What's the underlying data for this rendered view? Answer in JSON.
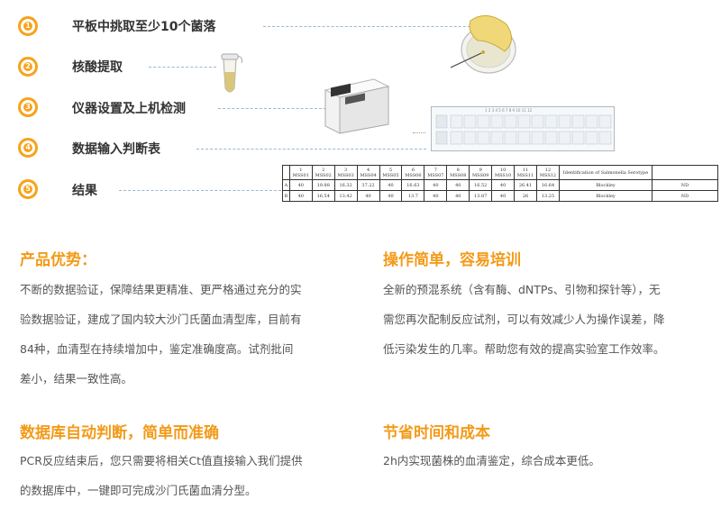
{
  "steps": [
    {
      "num": "1",
      "label": "平板中挑取至少10个菌落"
    },
    {
      "num": "2",
      "label": "核酸提取"
    },
    {
      "num": "3",
      "label": "仪器设置及上机检测"
    },
    {
      "num": "4",
      "label": "数据输入判断表"
    },
    {
      "num": "5",
      "label": "结果"
    }
  ],
  "result_table": {
    "headers": [
      "",
      "1\nMSS01",
      "2\nMSS02",
      "3\nMSS03",
      "4\nMSS04",
      "5\nMSS05",
      "6\nMSS06",
      "7\nMSS07",
      "8\nMSS08",
      "9\nMSS09",
      "10\nMSS10",
      "11\nMSS11",
      "12\nMSS12",
      "Identification of Salmonella Serotype",
      ""
    ],
    "rows": [
      [
        "A",
        "40",
        "19.88",
        "16.32",
        "37.22",
        "40",
        "16.63",
        "40",
        "40",
        "16.52",
        "40",
        "26.41",
        "16.64",
        "Blockley",
        "ND"
      ],
      [
        "B",
        "40",
        "16.54",
        "13.42",
        "40",
        "40",
        "13.7",
        "40",
        "40",
        "13.87",
        "40",
        "26",
        "13.25",
        "Blockley",
        "ND"
      ]
    ]
  },
  "sections": {
    "s1": {
      "title": "产品优势：",
      "lines": [
        "不断的数据验证，保障结果更精准、更严格通过充分的实",
        "验数据验证，建成了国内较大沙门氏菌血清型库，目前有",
        "84种，血清型在持续增加中，鉴定准确度高。试剂批间",
        "差小，结果一致性高。"
      ]
    },
    "s2": {
      "title": "操作简单，容易培训",
      "lines": [
        "全新的预混系统（含有酶、dNTPs、引物和探针等），无",
        "需您再次配制反应试剂，可以有效减少人为操作误差，降",
        "低污染发生的几率。帮助您有效的提高实验室工作效率。"
      ]
    },
    "s3": {
      "title": "数据库自动判断，简单而准确",
      "lines": [
        "PCR反应结束后，您只需要将相关Ct值直接输入我们提供",
        "的数据库中，一键即可完成沙门氏菌血清分型。"
      ]
    },
    "s4": {
      "title": "节省时间和成本",
      "lines": [
        "2h内实现菌株的血清鉴定，综合成本更低。"
      ]
    }
  },
  "colors": {
    "accent": "#f7a21b",
    "heading": "#f39a18",
    "dash": "#9ab8d2"
  }
}
